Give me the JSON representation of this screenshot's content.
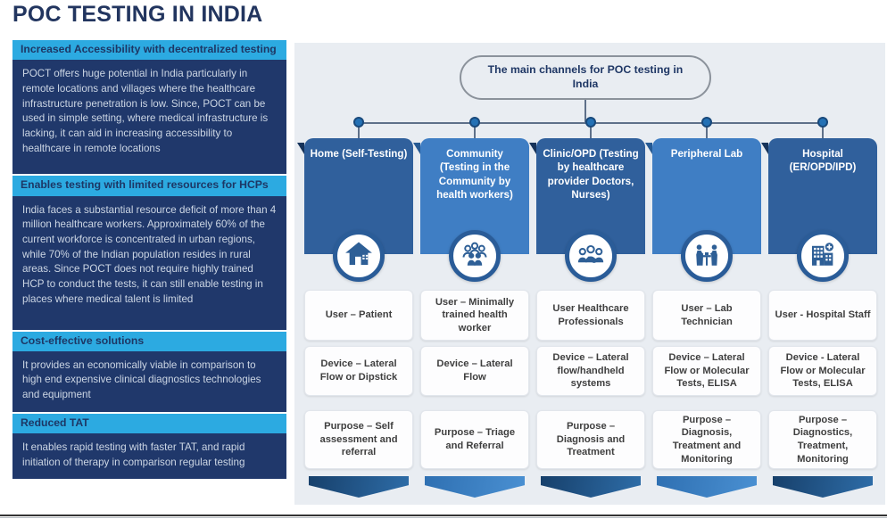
{
  "page": {
    "title": "POC TESTING IN INDIA"
  },
  "sidebar": {
    "sections": [
      {
        "header": "Increased Accessibility with decentralized testing",
        "body": "POCT offers huge potential in India particularly in remote locations and villages where the healthcare infrastructure penetration is low. Since, POCT can be used in simple setting, where medical infrastructure is lacking, it can aid in increasing accessibility to healthcare in remote locations"
      },
      {
        "header": "Enables testing with limited resources for HCPs",
        "body": "India faces a substantial resource deficit of more than 4 million healthcare workers. Approximately 60% of the current workforce is concentrated in urban regions, while 70% of the Indian population resides in rural areas. Since POCT does not require highly trained HCP to conduct the tests, it can still enable testing in places where medical talent is limited"
      },
      {
        "header": "Cost-effective solutions",
        "body": "It provides an economically viable in comparison to high end expensive clinical diagnostics technologies and equipment"
      },
      {
        "header": "Reduced TAT",
        "body": "It enables rapid testing with faster TAT, and rapid initiation of therapy in comparison regular testing"
      }
    ]
  },
  "diagram": {
    "root": "The main channels for POC testing in India",
    "channels": [
      {
        "title": "Home (Self-Testing)",
        "icon": "house-icon",
        "tone": "dark",
        "user": "User – Patient",
        "device": "Device – Lateral Flow or Dipstick",
        "purpose": "Purpose – Self assessment and referral"
      },
      {
        "title": "Community (Testing in the Community by health workers)",
        "icon": "people-group-icon",
        "tone": "light",
        "user": "User – Minimally trained health worker",
        "device": "Device – Lateral Flow",
        "purpose": "Purpose – Triage and Referral"
      },
      {
        "title": "Clinic/OPD (Testing by healthcare provider Doctors, Nurses)",
        "icon": "medical-team-icon",
        "tone": "dark",
        "user": "User Healthcare Professionals",
        "device": "Device – Lateral flow/handheld systems",
        "purpose": "Purpose – Diagnosis and Treatment"
      },
      {
        "title": "Peripheral Lab",
        "icon": "lab-technicians-icon",
        "tone": "light",
        "user": "User – Lab Technician",
        "device": "Device – Lateral Flow or Molecular Tests, ELISA",
        "purpose": "Purpose – Diagnosis, Treatment and Monitoring"
      },
      {
        "title": "Hospital (ER/OPD/IPD)",
        "icon": "hospital-building-icon",
        "tone": "dark",
        "user": "User - Hospital Staff",
        "device": "Device - Lateral Flow or Molecular Tests, ELISA",
        "purpose": "Purpose – Diagnostics, Treatment, Monitoring"
      }
    ]
  },
  "colors": {
    "navy_panel": "#20386b",
    "cyan_header": "#2caae1",
    "dark_channel_blue": "#30609c",
    "light_channel_blue": "#3f7ec4",
    "diagram_background": "#e9edf2",
    "connector_gray": "#5e7089",
    "title_navy": "#22355f"
  }
}
